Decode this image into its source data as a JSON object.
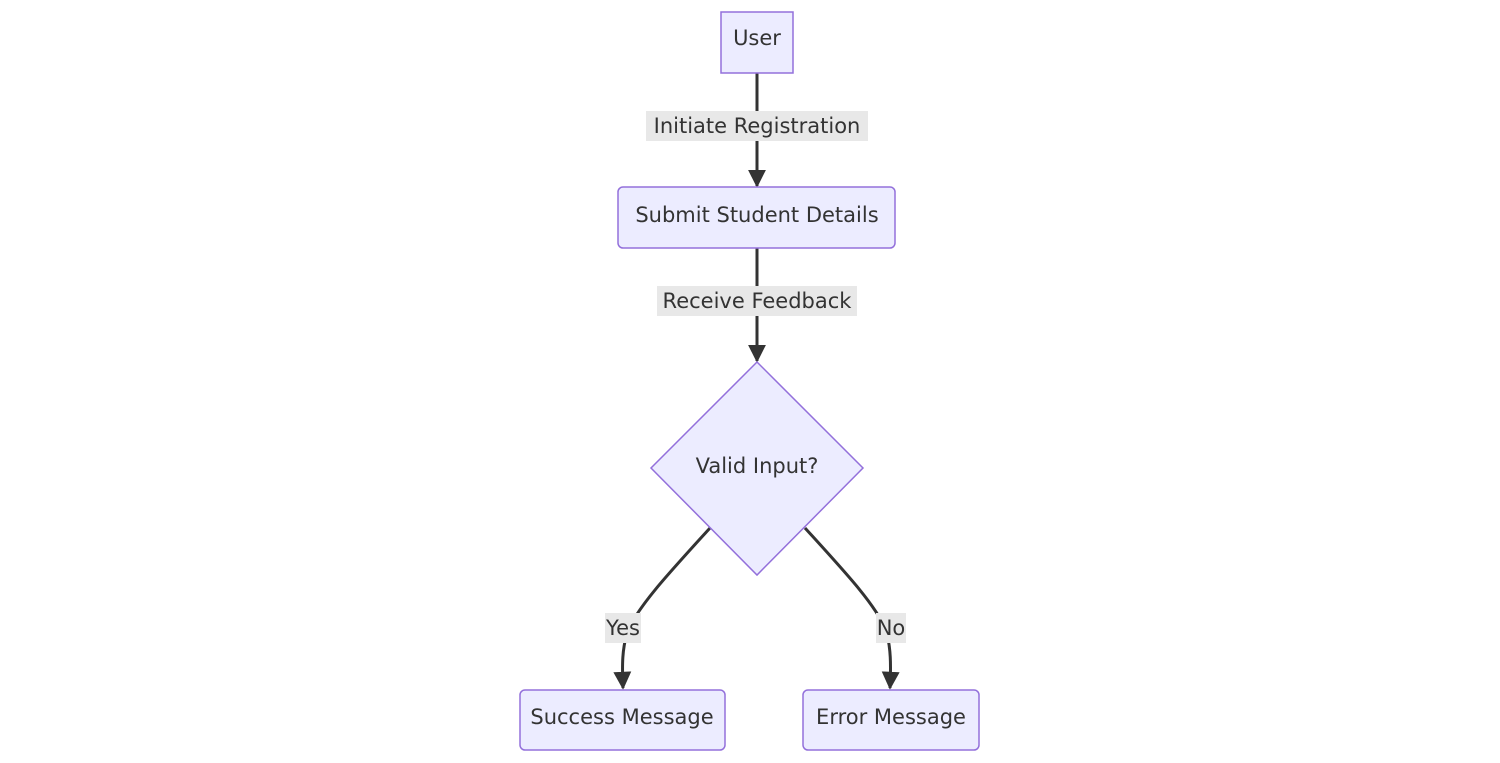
{
  "diagram": {
    "nodes": {
      "user": "User",
      "submit": "Submit Student Details",
      "decision": "Valid Input?",
      "success": "Success Message",
      "error": "Error Message"
    },
    "edges": {
      "initiate": "Initiate Registration",
      "feedback": "Receive Feedback",
      "yes": "Yes",
      "no": "No"
    }
  },
  "colors": {
    "node_fill": "#ECECFF",
    "node_stroke": "#9370DB",
    "edge": "#333333",
    "label_bg": "#E8E8E8",
    "text": "#333333"
  }
}
